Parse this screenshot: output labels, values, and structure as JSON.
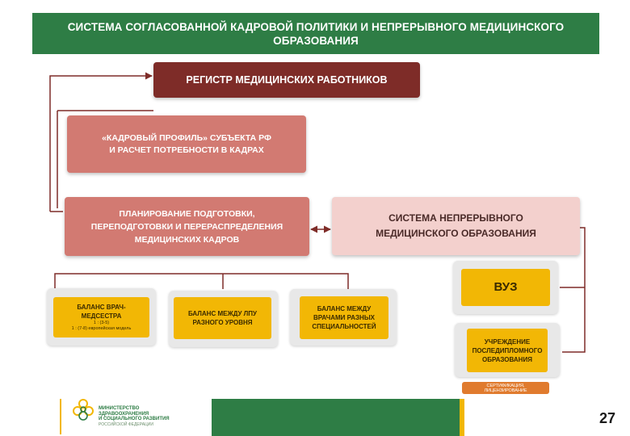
{
  "header": {
    "title": "СИСТЕМА СОГЛАСОВАННОЙ КАДРОВОЙ ПОЛИТИКИ И НЕПРЕРЫВНОГО МЕДИЦИНСКОГО ОБРАЗОВАНИЯ"
  },
  "nodes": {
    "registry": "РЕГИСТР МЕДИЦИНСКИХ РАБОТНИКОВ",
    "profile_line1": "«КАДРОВЫЙ ПРОФИЛЬ» СУБЪЕКТА РФ",
    "profile_line2": "И РАСЧЕТ ПОТРЕБНОСТИ В КАДРАХ",
    "planning_line1": "ПЛАНИРОВАНИЕ ПОДГОТОВКИ,",
    "planning_line2": "ПЕРЕПОДГОТОВКИ И ПЕРЕРАСПРЕДЕЛЕНИЯ",
    "planning_line3": "МЕДИЦИНСКИХ КАДРОВ",
    "cme_line1": "СИСТЕМА НЕПРЕРЫВНОГО",
    "cme_line2": "МЕДИЦИНСКОГО ОБРАЗОВАНИЯ"
  },
  "balances": {
    "b1_line1": "БАЛАНС ВРАЧ-",
    "b1_line2": "МЕДСЕСТРА",
    "b1_small1": "1 : (3-5)",
    "b1_small2": "1 : (7-8) европейская модель",
    "b2_line1": "БАЛАНС МЕЖДУ ЛПУ",
    "b2_line2": "РАЗНОГО УРОВНЯ",
    "b3_line1": "БАЛАНС МЕЖДУ",
    "b3_line2": "ВРАЧАМИ РАЗНЫХ",
    "b3_line3": "СПЕЦИАЛЬНОСТЕЙ"
  },
  "education": {
    "university": "ВУЗ",
    "postgrad_line1": "УЧРЕЖДЕНИЕ",
    "postgrad_line2": "ПОСЛЕДИПЛОМНОГО",
    "postgrad_line3": "ОБРАЗОВАНИЯ",
    "cert_line1": "СЕРТИФИКАЦИЯ,",
    "cert_line2": "ЛИЦЕНЗИРОВАНИЕ"
  },
  "footer": {
    "ministry_line1": "МИНИСТЕРСТВО",
    "ministry_line2": "ЗДРАВООХРАНЕНИЯ",
    "ministry_line3": "И СОЦИАЛЬНОГО РАЗВИТИЯ",
    "ministry_line4": "РОССИЙСКОЙ ФЕДЕРАЦИИ",
    "page_number": "27"
  },
  "colors": {
    "header_green": "#2e7d45",
    "dark_red": "#7e2c28",
    "salmon": "#d27a72",
    "light_pink": "#f3d0cd",
    "yellow": "#f2b705",
    "orange": "#e07b2e",
    "connector": "#7e2c28"
  },
  "icons": {
    "logo": "ministry-logo-icon"
  }
}
